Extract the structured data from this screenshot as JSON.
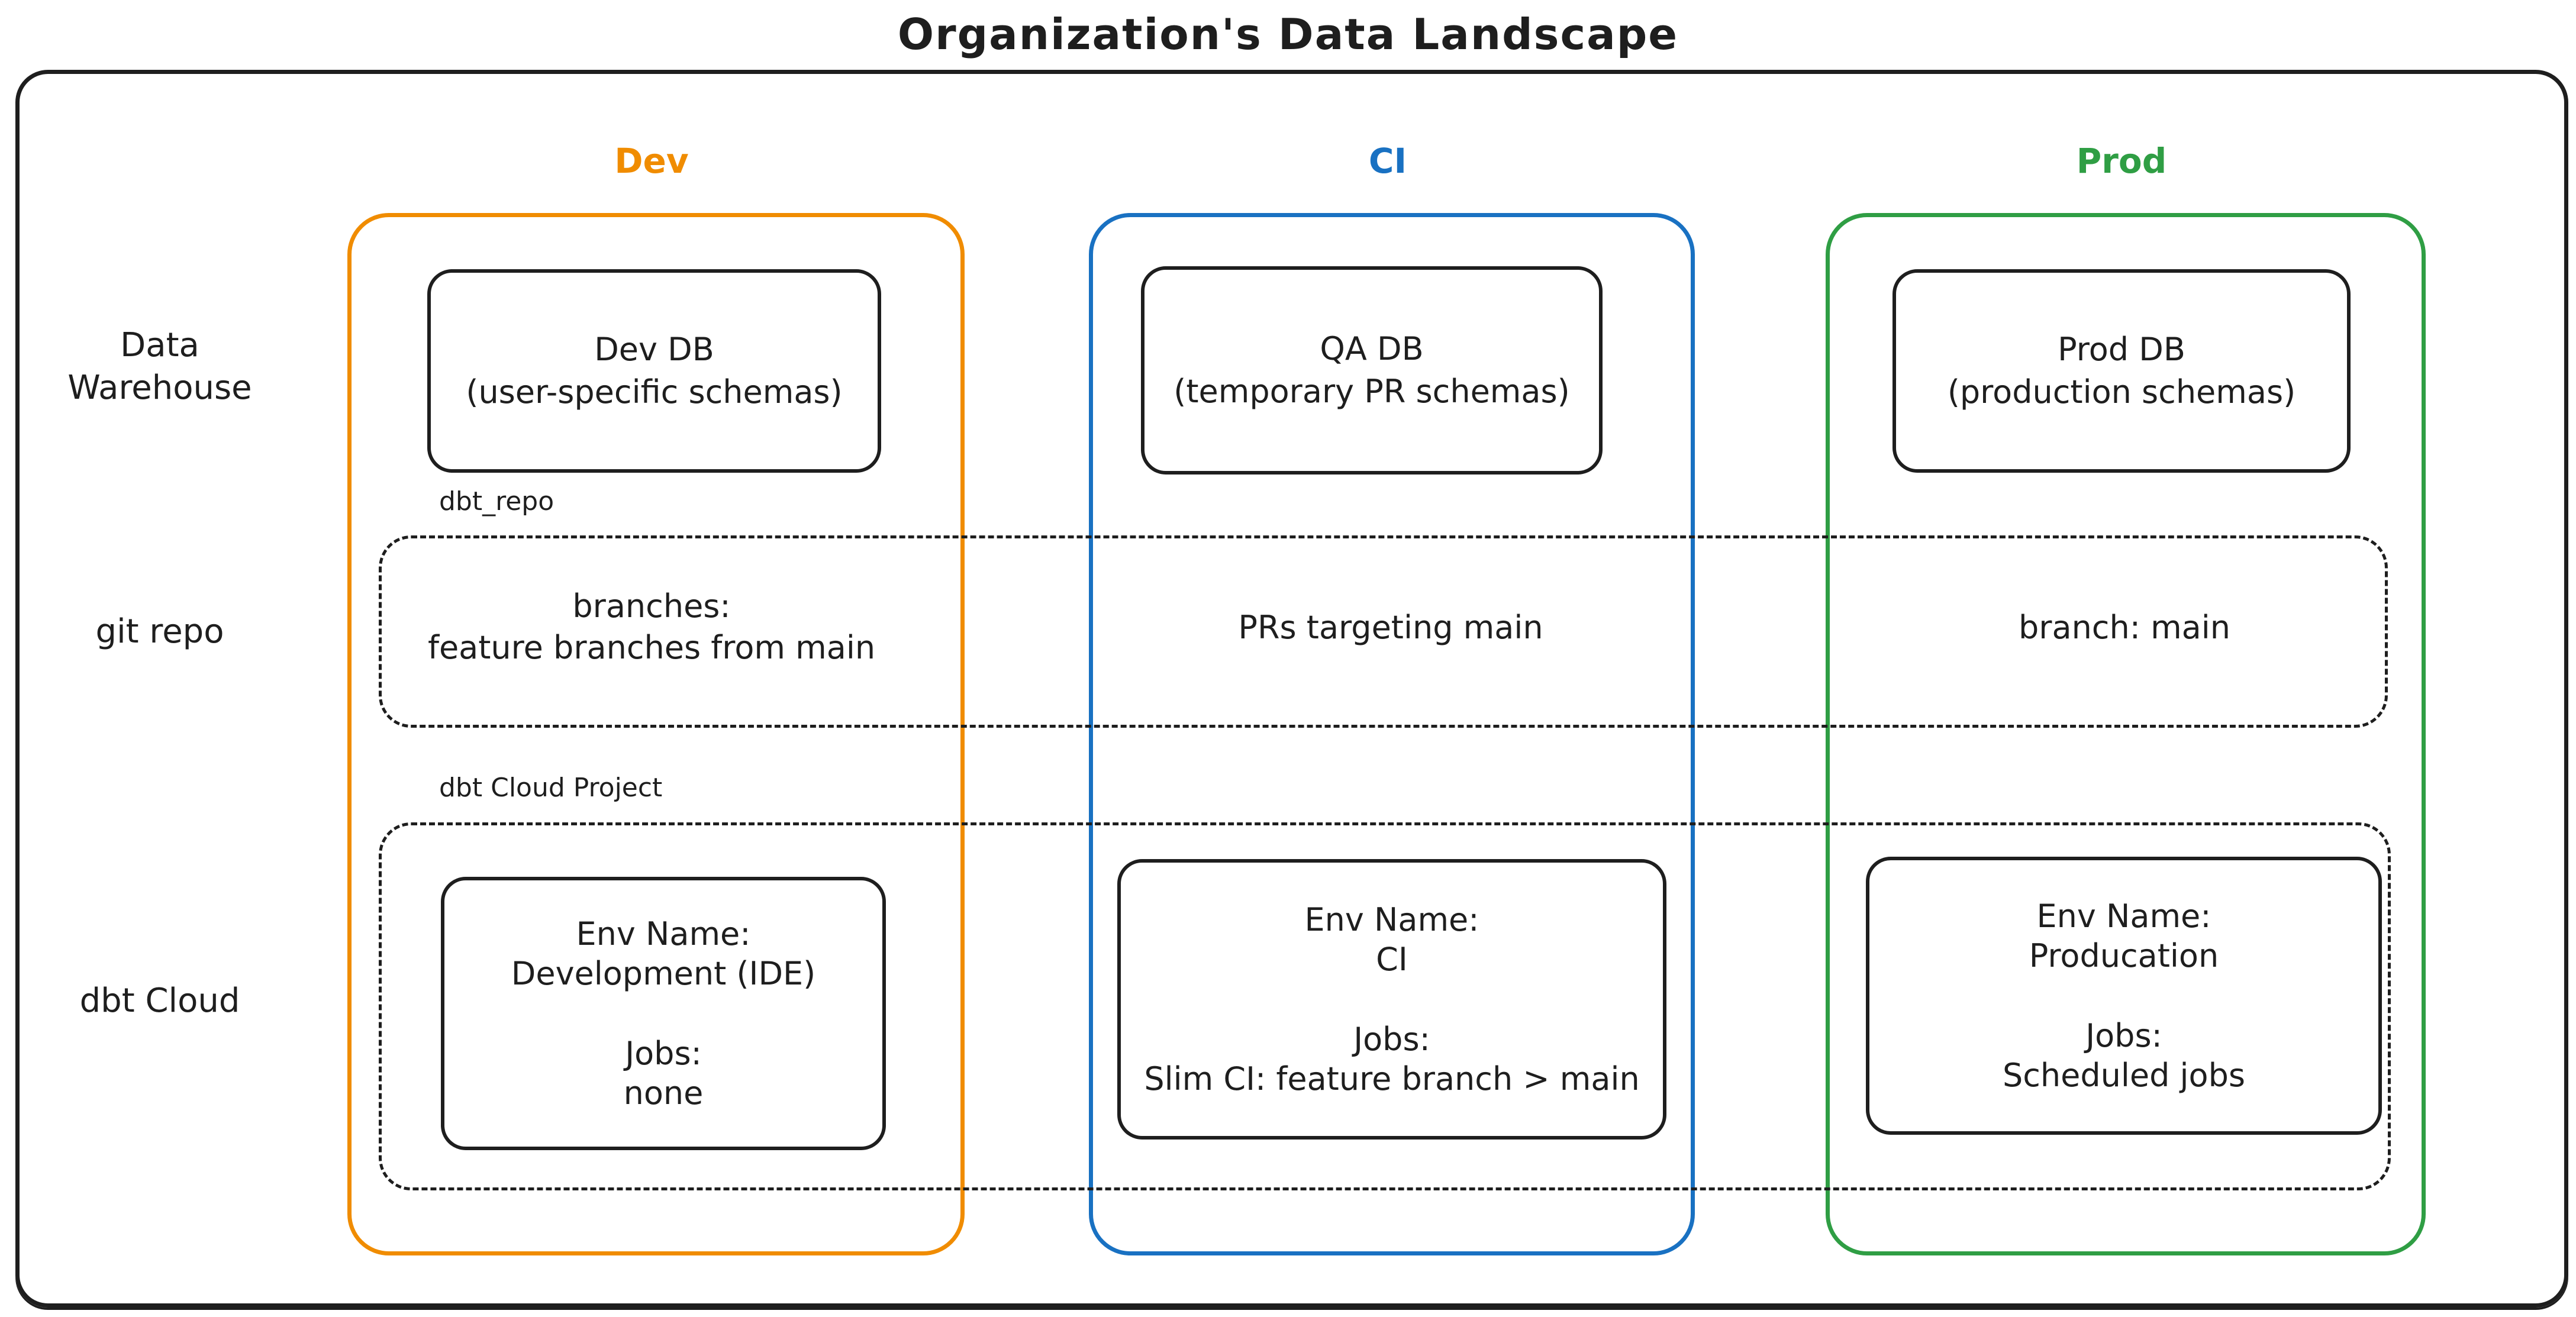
{
  "title": "Organization's Data Landscape",
  "colors": {
    "dev_accent": "#f08c00",
    "ci_accent": "#1971c2",
    "prod_accent": "#2f9e44",
    "stroke": "#1e1e1e",
    "background": "#ffffff"
  },
  "columns": [
    {
      "id": "dev",
      "label": "Dev"
    },
    {
      "id": "ci",
      "label": "CI"
    },
    {
      "id": "prod",
      "label": "Prod"
    }
  ],
  "row_labels": [
    {
      "id": "data-warehouse",
      "text": "Data\nWarehouse"
    },
    {
      "id": "git-repo",
      "text": "git repo"
    },
    {
      "id": "dbt-cloud",
      "text": "dbt Cloud"
    }
  ],
  "warehouse": {
    "dev": {
      "title": "Dev DB",
      "subtitle": "(user-specific schemas)"
    },
    "ci": {
      "title": "QA DB",
      "subtitle": "(temporary PR schemas)"
    },
    "prod": {
      "title": "Prod DB",
      "subtitle": "(production schemas)"
    }
  },
  "git_repo": {
    "container_label": "dbt_repo",
    "dev_line1": "branches:",
    "dev_line2": "feature branches from main",
    "ci_text": "PRs targeting main",
    "prod_text": "branch: main"
  },
  "dbt_cloud": {
    "container_label": "dbt Cloud Project",
    "dev": {
      "env_label": "Env Name:",
      "env_value": "Development (IDE)",
      "jobs_label": "Jobs:",
      "jobs_value": "none"
    },
    "ci": {
      "env_label": "Env Name:",
      "env_value": "CI",
      "jobs_label": "Jobs:",
      "jobs_value": "Slim CI: feature branch > main"
    },
    "prod": {
      "env_label": "Env Name:",
      "env_value": "Producation",
      "jobs_label": "Jobs:",
      "jobs_value": "Scheduled jobs"
    }
  }
}
